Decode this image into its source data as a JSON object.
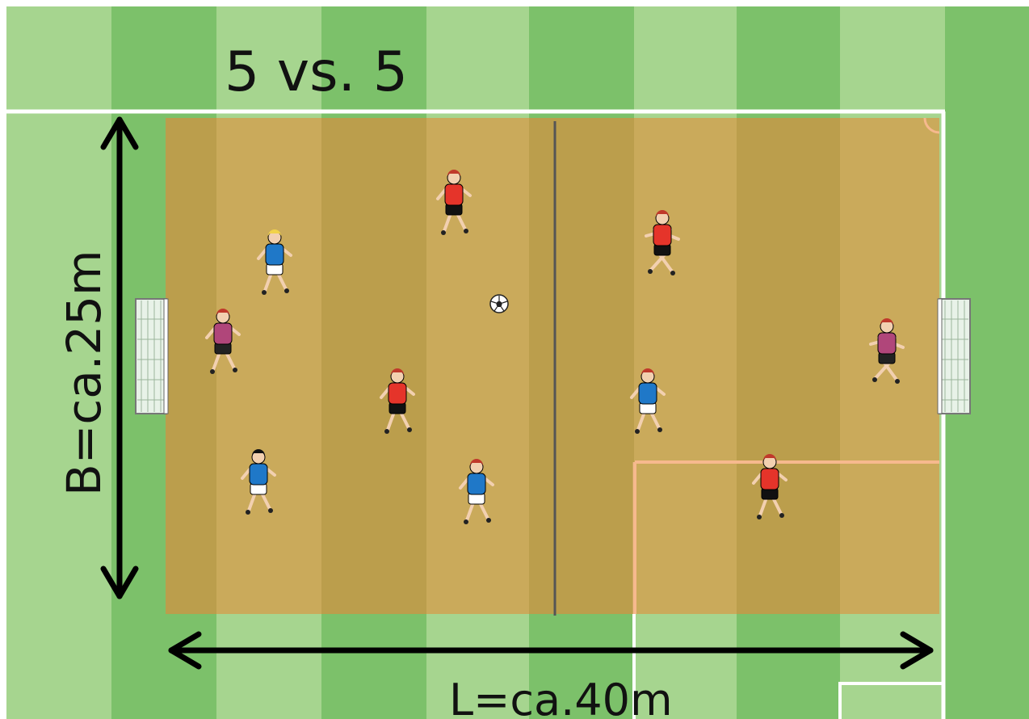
{
  "title": "5 vs. 5",
  "labels": {
    "width": "B=ca.25m",
    "length": "L=ca.40m"
  },
  "colors": {
    "grass_light": "#a6d58f",
    "grass_dark": "#7cc16a",
    "field": "#d2a04f",
    "line": "#ffffff",
    "team_red": "#e5342a",
    "team_blue": "#1f78c8",
    "goalkeeper": "#b0467a"
  },
  "players": [
    {
      "team": "red",
      "role": "field",
      "dir": "down"
    },
    {
      "team": "red",
      "role": "field",
      "dir": "left"
    },
    {
      "team": "red",
      "role": "field",
      "dir": "right"
    },
    {
      "team": "red",
      "role": "field",
      "dir": "right"
    },
    {
      "team": "blue",
      "role": "field",
      "dir": "right"
    },
    {
      "team": "blue",
      "role": "field",
      "dir": "right"
    },
    {
      "team": "blue",
      "role": "field",
      "dir": "up"
    },
    {
      "team": "blue",
      "role": "field",
      "dir": "up"
    },
    {
      "team": "goalkeeper",
      "role": "goalkeeper",
      "dir": "right"
    },
    {
      "team": "goalkeeper",
      "role": "goalkeeper",
      "dir": "left"
    }
  ],
  "ball": "soccer-ball-icon"
}
